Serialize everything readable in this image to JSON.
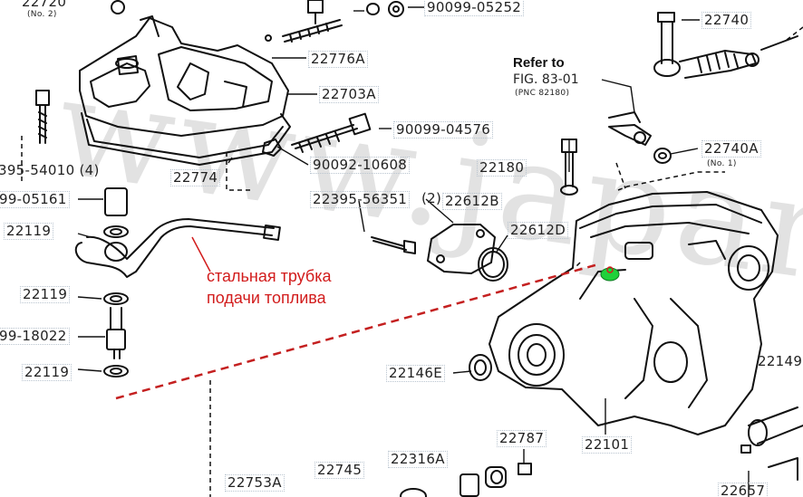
{
  "labels": {
    "p22720": "22720",
    "no2": "(No. 2)",
    "p90099_05252": "90099-05252",
    "p22740": "22740",
    "p22776A": "22776A",
    "p22703A": "22703A",
    "refer_to": "Refer to",
    "fig": "FIG. 83-01",
    "pnc": "(PNC 82180)",
    "p90099_04576": "90099-04576",
    "p22740A": "22740A",
    "no1": "(No. 1)",
    "p395_54010": "395-54010 (4)",
    "p22774": "22774",
    "p90092_10608": "90092-10608",
    "p22180": "22180",
    "p99_05161": "99-05161",
    "p22395_56351": "22395-56351",
    "two": "(2)",
    "p22612B": "22612B",
    "p22119a": "22119",
    "p22612D": "22612D",
    "p22119b": "22119",
    "p99_18022": "99-18022",
    "p22119c": "22119",
    "p22146E": "22146E",
    "p22149": "22149",
    "p22101": "22101",
    "p22787": "22787",
    "p22753A": "22753A",
    "p22745": "22745",
    "p22316A": "22316A",
    "p22657": "22657"
  },
  "annotation": {
    "line1": "стальная трубка",
    "line2": "подачи топлива",
    "color": "#d21c1c"
  },
  "watermark": "www.japanc",
  "marker_color": "#1fd13a"
}
